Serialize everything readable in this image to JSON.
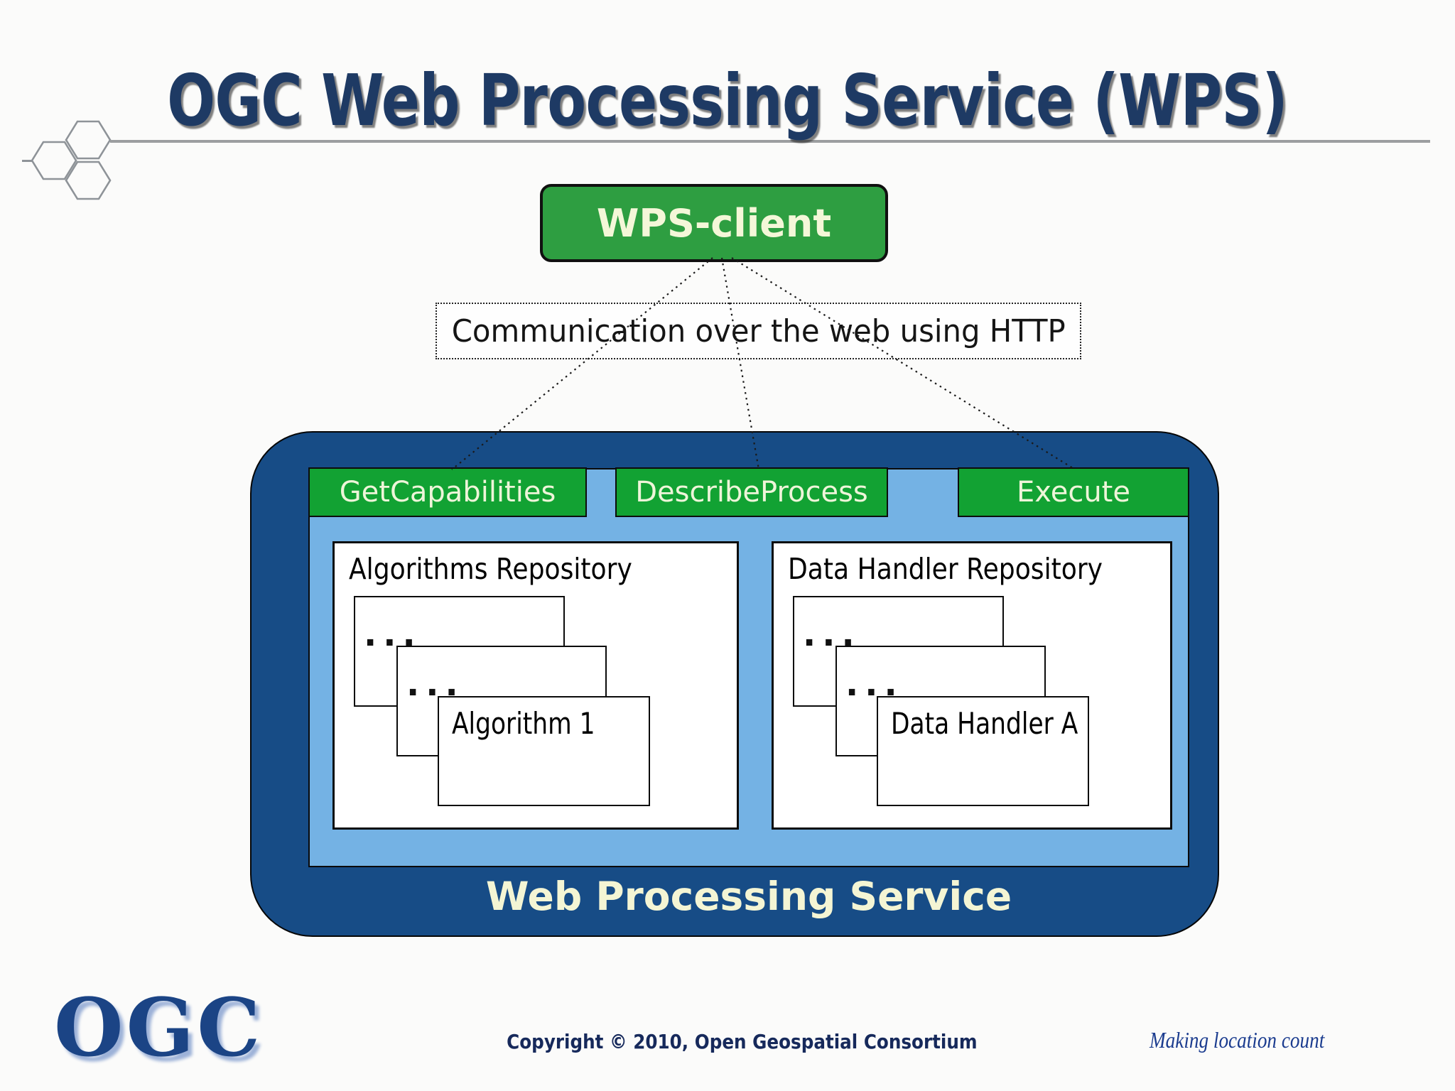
{
  "slide": {
    "title": "OGC Web Processing Service (WPS)",
    "client": {
      "label": "WPS-client"
    },
    "communication": {
      "label": "Communication over the web using HTTP"
    },
    "operations": [
      {
        "label": "GetCapabilities"
      },
      {
        "label": "DescribeProcess"
      },
      {
        "label": "Execute"
      }
    ],
    "repositories": [
      {
        "title": "Algorithms Repository",
        "cards": [
          "...",
          "...",
          "Algorithm 1"
        ]
      },
      {
        "title": "Data Handler Repository",
        "cards": [
          "...",
          "...",
          "Data Handler A"
        ]
      }
    ],
    "service_label": "Web Processing Service",
    "footer": {
      "logo_text": "OGC",
      "copyright": "Copyright © 2010, Open Geospatial Consortium",
      "tagline": "Making location count"
    },
    "colors": {
      "container_blue": "#174C86",
      "panel_blue": "#74B2E4",
      "operation_green": "#12A233",
      "client_green": "#2E9E41",
      "cream_text": "#F4F7D8",
      "title_navy": "#1E3A64"
    }
  }
}
